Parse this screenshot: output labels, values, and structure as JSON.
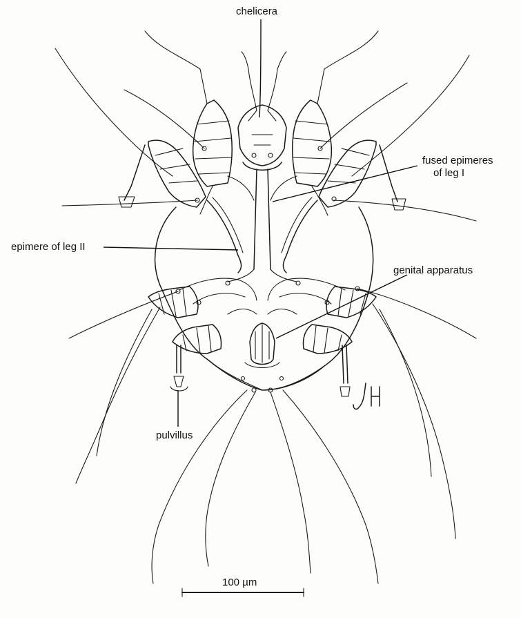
{
  "labels": {
    "chelicera": "chelicera",
    "fused_epimeres_line1": "fused epimeres",
    "fused_epimeres_line2": "of leg I",
    "epimere_leg2": "epimere of leg II",
    "genital_apparatus": "genital apparatus",
    "pulvillus": "pulvillus"
  },
  "scale_bar": {
    "label": "100 µm",
    "value": 100,
    "unit": "µm"
  },
  "signature": "JH",
  "colors": {
    "ink": "#1a1a1a",
    "paper": "#fdfdfb"
  }
}
